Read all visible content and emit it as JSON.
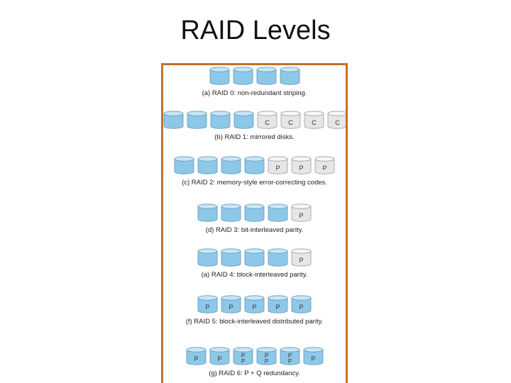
{
  "slide": {
    "title": "RAID Levels"
  },
  "colors": {
    "data_disk": "#8ec8e8",
    "data_disk_top": "#c9e6f6",
    "check_disk": "#e6e6e6",
    "check_disk_top": "#f7f7f7",
    "frame_border": "#c0732a"
  },
  "raid_levels": [
    {
      "caption": "(a) RAID 0: non-redundant striping.",
      "disks": [
        {
          "type": "data",
          "label": ""
        },
        {
          "type": "data",
          "label": ""
        },
        {
          "type": "data",
          "label": ""
        },
        {
          "type": "data",
          "label": ""
        }
      ]
    },
    {
      "caption": "(b) RAID 1: mirrored disks.",
      "disks": [
        {
          "type": "data",
          "label": ""
        },
        {
          "type": "data",
          "label": ""
        },
        {
          "type": "data",
          "label": ""
        },
        {
          "type": "data",
          "label": ""
        },
        {
          "type": "check",
          "label": "C"
        },
        {
          "type": "check",
          "label": "C"
        },
        {
          "type": "check",
          "label": "C"
        },
        {
          "type": "check",
          "label": "C"
        }
      ]
    },
    {
      "caption": "(c) RAID 2: memory-style error-correcting codes.",
      "disks": [
        {
          "type": "data",
          "label": ""
        },
        {
          "type": "data",
          "label": ""
        },
        {
          "type": "data",
          "label": ""
        },
        {
          "type": "data",
          "label": ""
        },
        {
          "type": "check",
          "label": "P"
        },
        {
          "type": "check",
          "label": "P"
        },
        {
          "type": "check",
          "label": "P"
        }
      ]
    },
    {
      "caption": "(d) RAID 3: bit-interleaved parity.",
      "disks": [
        {
          "type": "data",
          "label": ""
        },
        {
          "type": "data",
          "label": ""
        },
        {
          "type": "data",
          "label": ""
        },
        {
          "type": "data",
          "label": ""
        },
        {
          "type": "check",
          "label": "P"
        }
      ]
    },
    {
      "caption": "(a) RAID 4: block-interleaved parity.",
      "disks": [
        {
          "type": "data",
          "label": ""
        },
        {
          "type": "data",
          "label": ""
        },
        {
          "type": "data",
          "label": ""
        },
        {
          "type": "data",
          "label": ""
        },
        {
          "type": "check",
          "label": "P"
        }
      ]
    },
    {
      "caption": "(f) RAID 5: block-interleaved distributed parity.",
      "disks": [
        {
          "type": "data",
          "label": "P"
        },
        {
          "type": "data",
          "label": "P"
        },
        {
          "type": "data",
          "label": "P"
        },
        {
          "type": "data",
          "label": "P"
        },
        {
          "type": "data",
          "label": "P"
        }
      ]
    },
    {
      "caption": "(g) RAID 6: P + Q redundancy.",
      "disks": [
        {
          "type": "data",
          "label": "P"
        },
        {
          "type": "data",
          "label": "P"
        },
        {
          "type": "data",
          "label": "P P"
        },
        {
          "type": "data",
          "label": "P P"
        },
        {
          "type": "data",
          "label": "P P"
        },
        {
          "type": "data",
          "label": "P"
        }
      ]
    }
  ]
}
